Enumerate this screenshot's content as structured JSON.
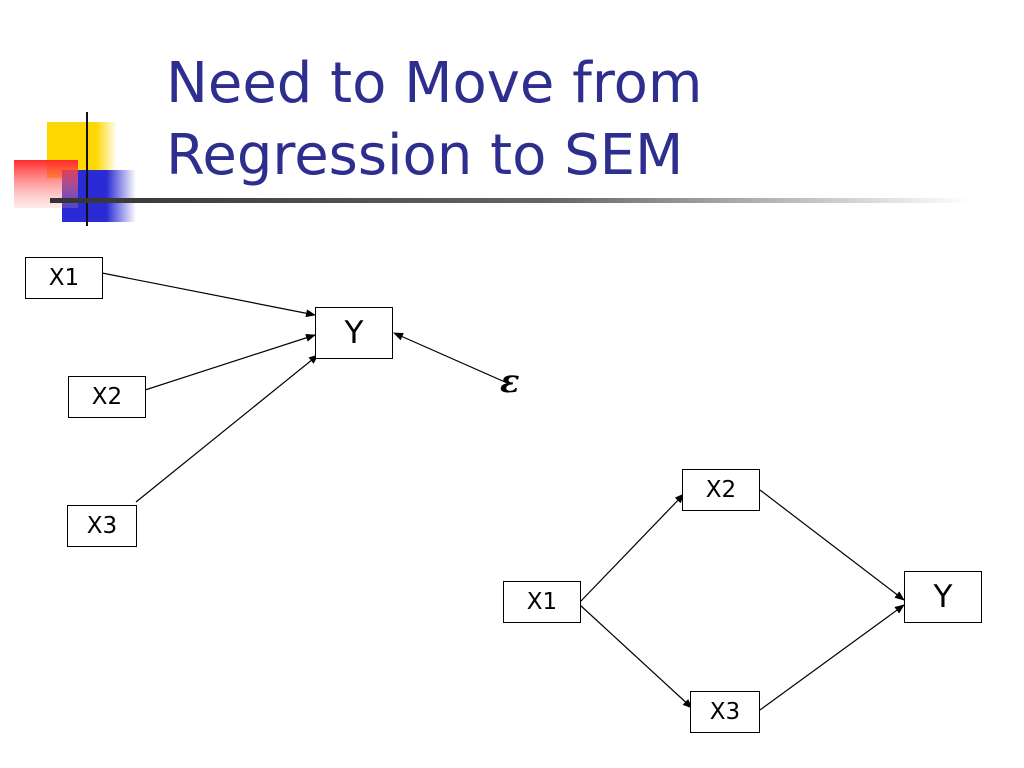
{
  "slide": {
    "title_lines": [
      "Need to Move from",
      "Regression to SEM"
    ]
  },
  "regression_model": {
    "predictors": [
      "X1",
      "X2",
      "X3"
    ],
    "outcome": "Y",
    "error_term": "ε",
    "edges": [
      {
        "from": "X1",
        "to": "Y"
      },
      {
        "from": "X2",
        "to": "Y"
      },
      {
        "from": "X3",
        "to": "Y"
      },
      {
        "from": "ε",
        "to": "Y"
      }
    ]
  },
  "sem_model": {
    "nodes": [
      "X1",
      "X2",
      "X3",
      "Y"
    ],
    "edges": [
      {
        "from": "X1",
        "to": "X2"
      },
      {
        "from": "X1",
        "to": "X3"
      },
      {
        "from": "X2",
        "to": "Y"
      },
      {
        "from": "X3",
        "to": "Y"
      }
    ]
  },
  "colors": {
    "title": "#2e2e8f",
    "deco_yellow": "#ffd700",
    "deco_red": "#ff3333",
    "deco_blue": "#2b2bd6"
  }
}
